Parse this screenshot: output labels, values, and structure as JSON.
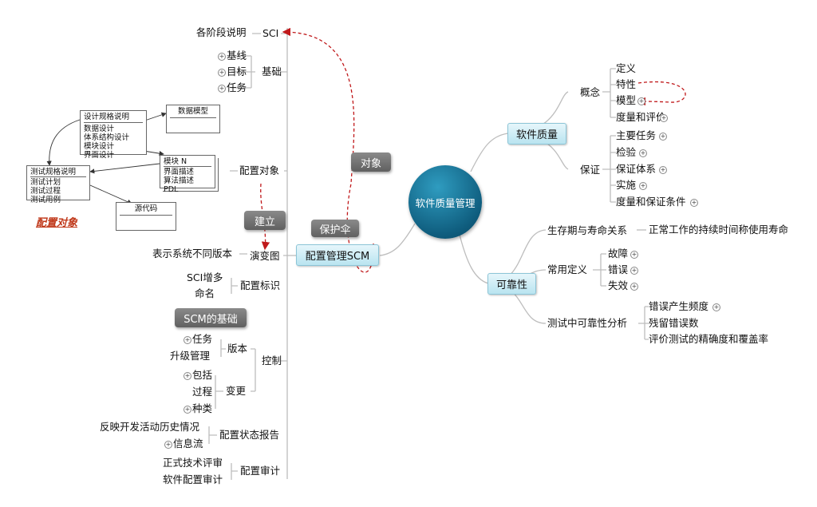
{
  "center": "软件质量管理",
  "quality": {
    "title": "软件质量",
    "concept": {
      "label": "概念",
      "items": [
        "定义",
        "特性",
        "模型",
        "度量和评价"
      ]
    },
    "assurance": {
      "label": "保证",
      "items": [
        "主要任务",
        "检验",
        "保证体系",
        "实施",
        "度量和保证条件"
      ]
    }
  },
  "reliability": {
    "title": "可靠性",
    "lifespan": {
      "label": "生存期与寿命关系",
      "desc": "正常工作的持续时间称使用寿命"
    },
    "common_defs": {
      "label": "常用定义",
      "items": [
        "故障",
        "错误",
        "失效"
      ]
    },
    "analysis": {
      "label": "测试中可靠性分析",
      "items": [
        "错误产生频度",
        "残留错误数",
        "评价测试的精确度和覆盖率"
      ]
    }
  },
  "scm": {
    "title": "配置管理SCM",
    "callouts": {
      "umbrella": "保护伞",
      "object": "对象",
      "build": "建立",
      "foundation": "SCM的基础"
    },
    "sci": {
      "label": "SCI",
      "desc": "各阶段说明"
    },
    "baseline": {
      "label": "基础",
      "items": [
        "基线",
        "目标",
        "任务"
      ]
    },
    "config_object": {
      "label": "配置对象"
    },
    "evolution": {
      "label": "演变图",
      "desc": "表示系统不同版本"
    },
    "config_id": {
      "label": "配置标识",
      "items": [
        "SCI增多",
        "命名"
      ]
    },
    "control": {
      "label": "控制",
      "version": {
        "label": "版本",
        "items": [
          "任务",
          "升级管理"
        ]
      },
      "change": {
        "label": "变更",
        "items": [
          "包括",
          "过程",
          "种类"
        ]
      }
    },
    "status_report": {
      "label": "配置状态报告",
      "items": [
        "反映开发活动历史情况",
        "信息流"
      ]
    },
    "audit": {
      "label": "配置审计",
      "items": [
        "正式技术评审",
        "软件配置审计"
      ]
    }
  },
  "diagram_image": {
    "caption": "配置对象",
    "design_spec": [
      "设计规格说明",
      "数据设计",
      "体系结构设计",
      "模块设计",
      "界面设计"
    ],
    "data_model": "数据模型",
    "module": [
      "模块 N",
      "界面描述",
      "算法描述",
      "PDL"
    ],
    "test_spec": [
      "测试规格说明",
      "测试计划",
      "测试过程",
      "测试用例"
    ],
    "source_code": "源代码"
  }
}
